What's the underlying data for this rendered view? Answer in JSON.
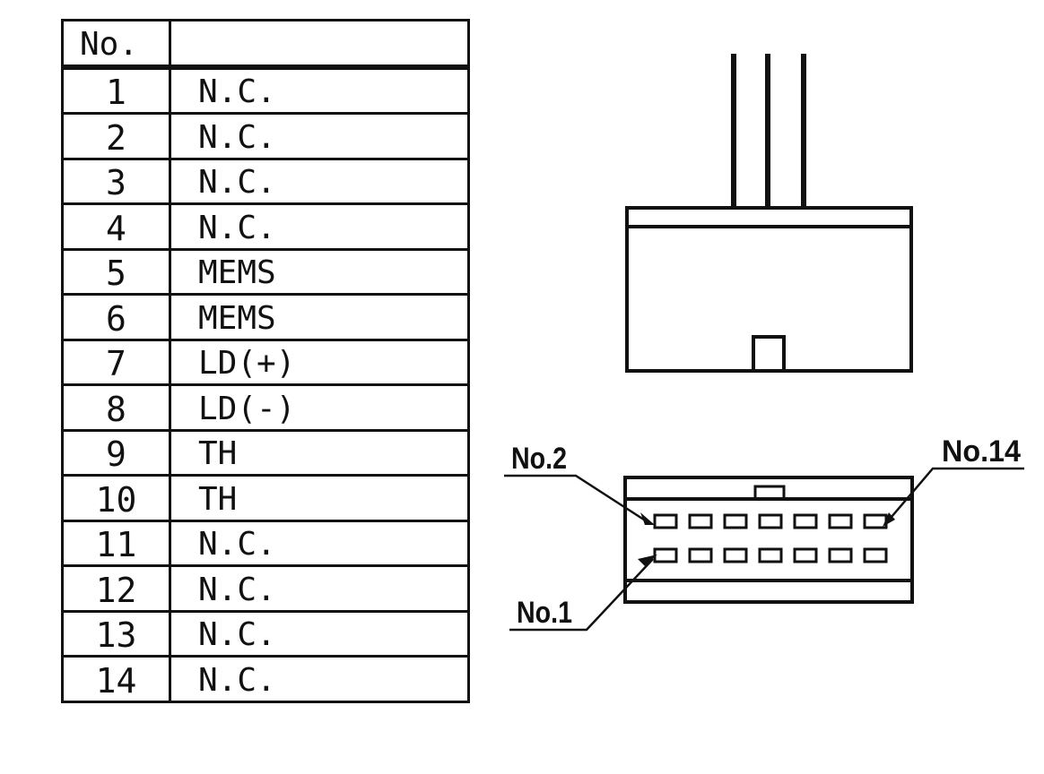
{
  "pin_table": {
    "header": {
      "no": "No.",
      "function": ""
    },
    "rows": [
      {
        "no": "1",
        "function": "N.C."
      },
      {
        "no": "2",
        "function": "N.C."
      },
      {
        "no": "3",
        "function": "N.C."
      },
      {
        "no": "4",
        "function": "N.C."
      },
      {
        "no": "5",
        "function": "MEMS"
      },
      {
        "no": "6",
        "function": "MEMS"
      },
      {
        "no": "7",
        "function": "LD(+)"
      },
      {
        "no": "8",
        "function": "LD(-)"
      },
      {
        "no": "9",
        "function": "TH"
      },
      {
        "no": "10",
        "function": "TH"
      },
      {
        "no": "11",
        "function": "N.C."
      },
      {
        "no": "12",
        "function": "N.C."
      },
      {
        "no": "13",
        "function": "N.C."
      },
      {
        "no": "14",
        "function": "N.C."
      }
    ]
  },
  "connector": {
    "pin_rows": 2,
    "pins_per_row": 7,
    "callouts": {
      "pin2": "No.2",
      "pin14": "No.14",
      "pin1": "No.1"
    }
  }
}
